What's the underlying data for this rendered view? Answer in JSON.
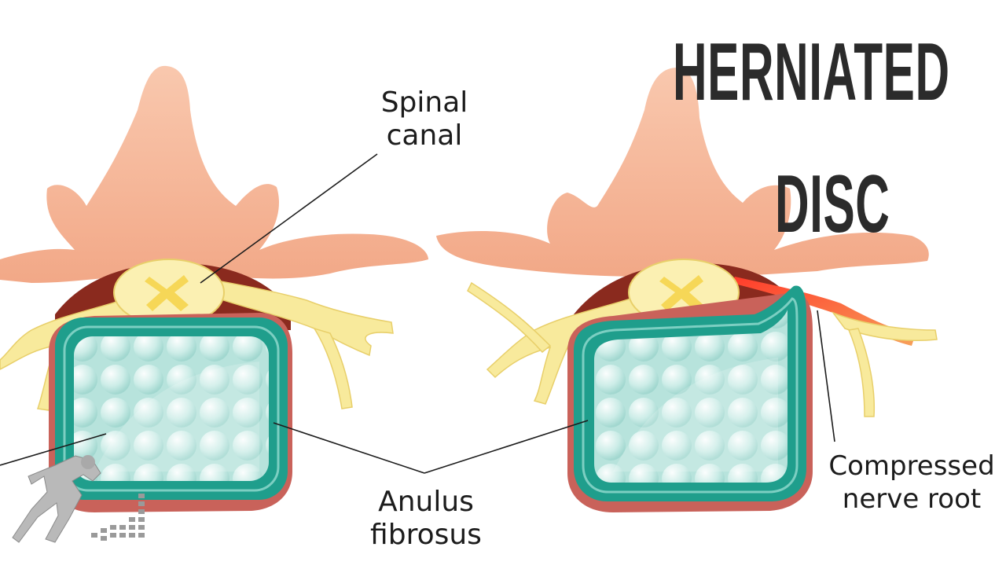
{
  "title": {
    "line1": "HERNIATED",
    "line2": "DISC"
  },
  "labels": {
    "spinal_canal": [
      "Spinal",
      "canal"
    ],
    "anulus_fibrosus": [
      "Anulus",
      "fibrosus"
    ],
    "compressed_nerve_root": [
      "Compressed",
      "nerve root"
    ]
  },
  "colors": {
    "bone": "#f6b899",
    "bone_shade": "#e59a7c",
    "canal_dark": "#8a2a1e",
    "spinal_cord": "#fbf0b2",
    "spinal_cord_gray": "#f6d757",
    "nerve": "#f8ea9c",
    "compressed_nerve": "#f0462f",
    "annulus": "#1f9e8c",
    "nucleus": "#bfe6e0",
    "body_rim": "#c9625a"
  },
  "icons": {
    "logo": "runner-logo-icon"
  }
}
